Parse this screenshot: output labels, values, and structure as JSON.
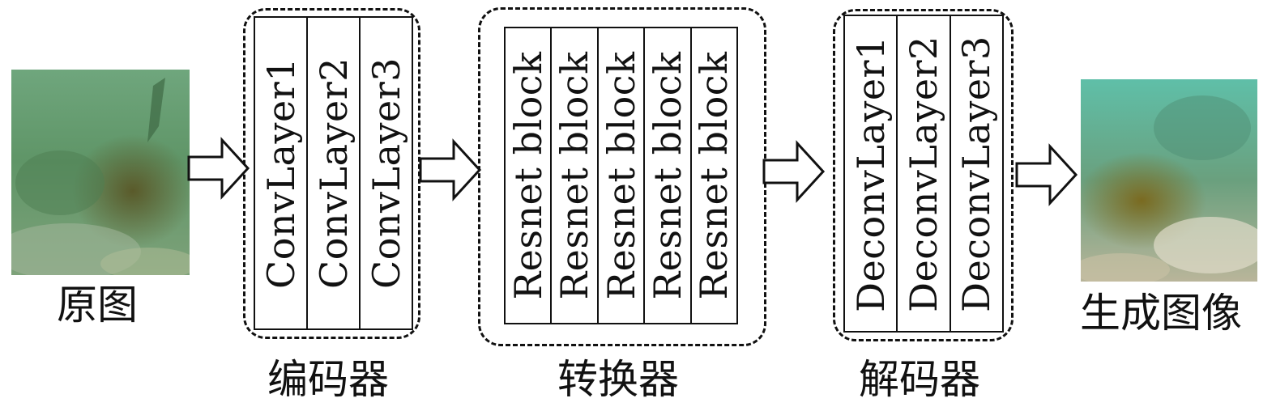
{
  "captions": {
    "input": "原图",
    "output": "生成图像",
    "encoder": "编码器",
    "transformer": "转换器",
    "decoder": "解码器"
  },
  "encoder_layers": [
    "ConvLayer1",
    "ConvLayer2",
    "ConvLayer3"
  ],
  "transformer_blocks": [
    "Resnet block",
    "Resnet block",
    "Resnet block",
    "Resnet block",
    "Resnet block"
  ],
  "decoder_layers": [
    "DeconvLayer1",
    "DeconvLayer2",
    "DeconvLayer3"
  ]
}
